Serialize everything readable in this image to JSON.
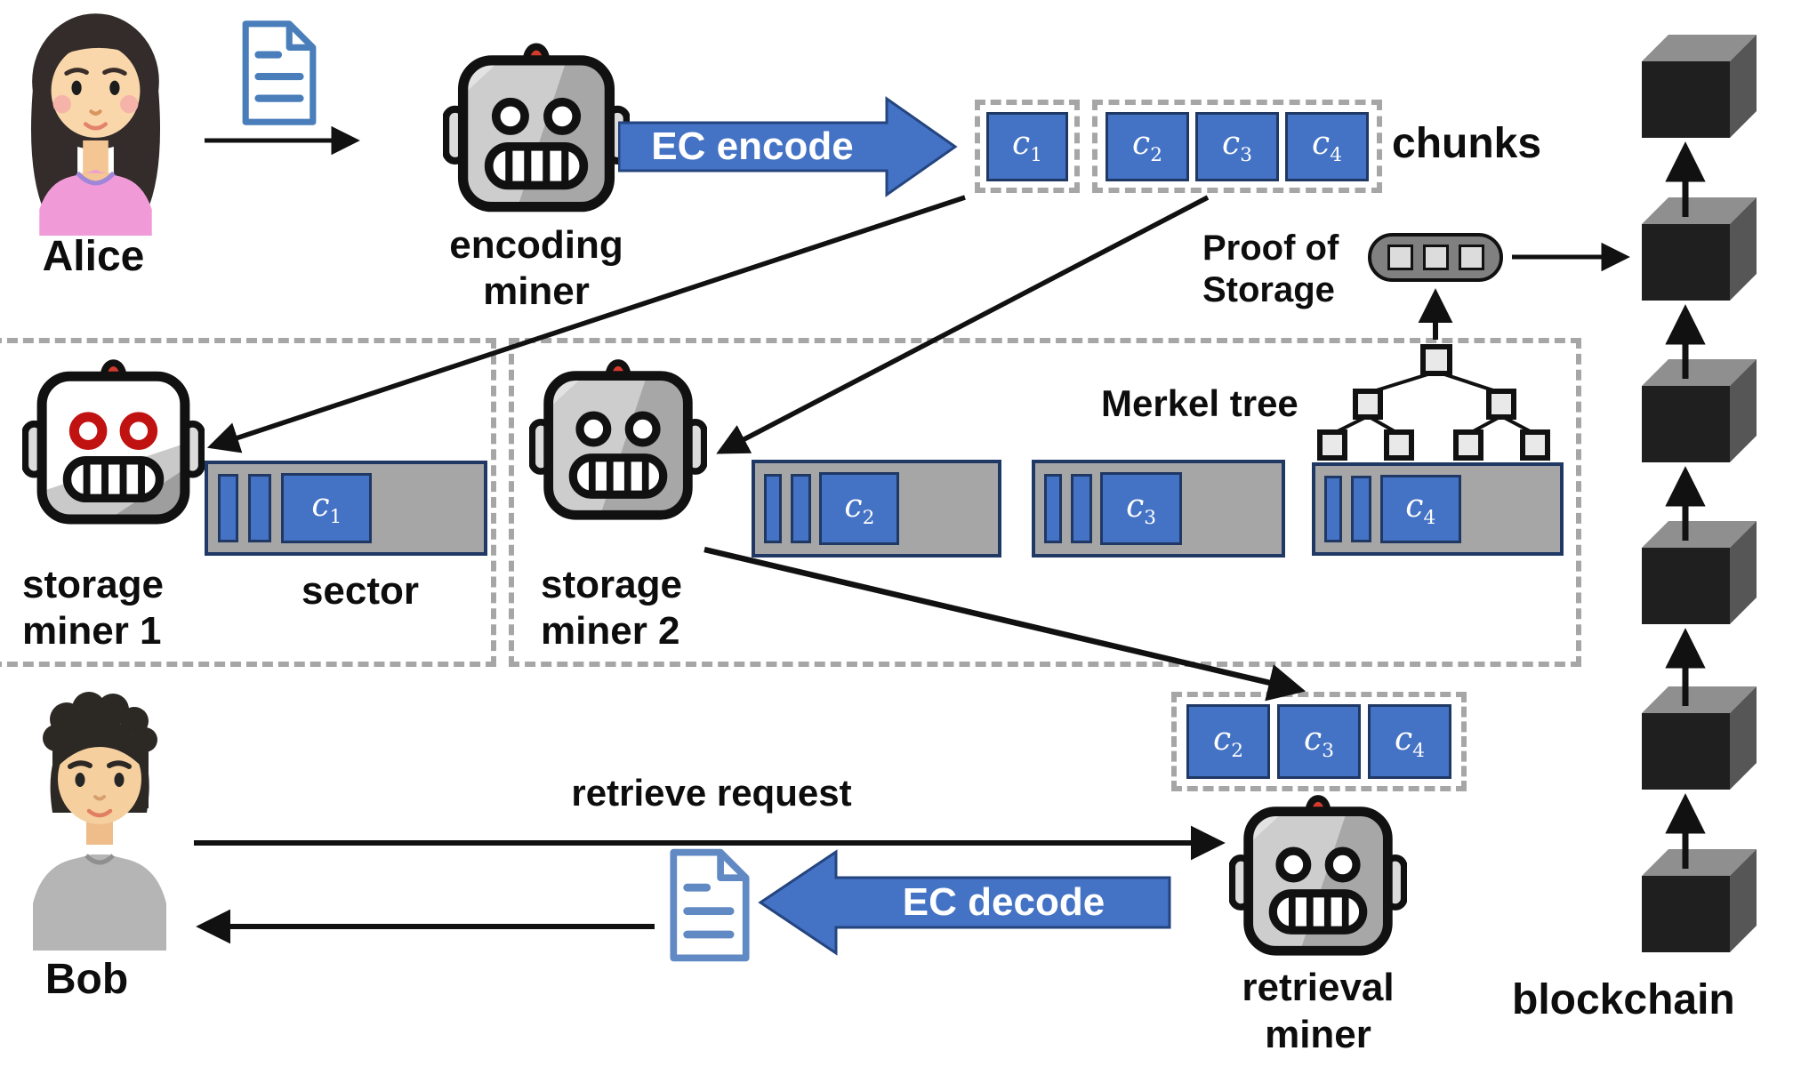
{
  "actors": {
    "alice": "Alice",
    "bob": "Bob"
  },
  "miners": {
    "encoding": {
      "line1": "encoding",
      "line2": "miner"
    },
    "storage1": {
      "line1": "storage",
      "line2": "miner 1"
    },
    "storage2": {
      "line1": "storage",
      "line2": "miner 2"
    },
    "retrieval": {
      "line1": "retrieval",
      "line2": "miner"
    }
  },
  "flows": {
    "ec_encode": "EC encode",
    "ec_decode": "EC decode",
    "retrieve_request": "retrieve request"
  },
  "labels": {
    "chunks": "chunks",
    "sector": "sector",
    "merkel_tree": "Merkel tree",
    "proof_of_storage_line1": "Proof of",
    "proof_of_storage_line2": "Storage",
    "blockchain": "blockchain"
  },
  "chunk_labels": {
    "c1": {
      "base": "c",
      "sub": "1"
    },
    "c2": {
      "base": "c",
      "sub": "2"
    },
    "c3": {
      "base": "c",
      "sub": "3"
    },
    "c4": {
      "base": "c",
      "sub": "4"
    }
  },
  "colors": {
    "chunk_fill": "#4472C4",
    "chunk_border": "#1F3864",
    "arrow_blue": "#4472C4",
    "dash_gray": "#A6A6A6",
    "sector_gray": "#A6A6A6",
    "antenna_red": "#D23B2E",
    "eye_red": "#C11212",
    "line_black": "#111111"
  }
}
